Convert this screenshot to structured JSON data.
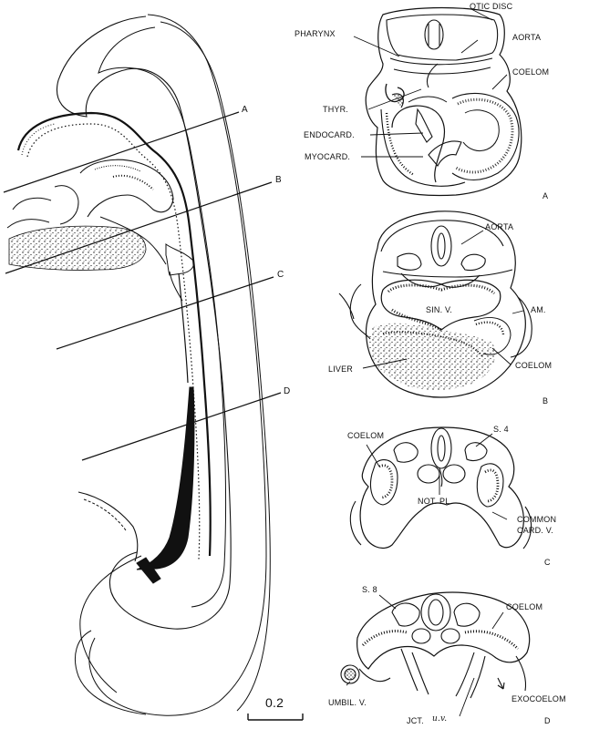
{
  "figure": {
    "section_markers": [
      "A",
      "B",
      "C",
      "D"
    ],
    "panel_letters": [
      "A",
      "B",
      "C",
      "D"
    ],
    "scale_bar_label": "0.2"
  },
  "panel_a": {
    "otic_disc": "OTIC DISC",
    "pharynx": "PHARYNX",
    "aorta": "AORTA",
    "coelom": "COELOM",
    "thyr": "THYR.",
    "endocard": "ENDOCARD.",
    "myocard": "MYOCARD."
  },
  "panel_b": {
    "aorta": "AORTA",
    "sin_v": "SIN. V.",
    "am": "AM.",
    "liver": "LIVER",
    "coelom": "COELOM"
  },
  "panel_c": {
    "coelom": "COELOM",
    "s4": "S. 4",
    "not_pl": "NOT. PL.",
    "common_card_v": [
      "COMMON",
      "CARD. V."
    ]
  },
  "panel_d": {
    "s8": "S. 8",
    "coelom": "COELOM",
    "umbil_v": "UMBIL. V.",
    "exocoelom": "EXOCOELOM",
    "jct": "JCT.",
    "uv": "u.v."
  },
  "colors": {
    "ink": "#111111",
    "paper": "#ffffff"
  }
}
